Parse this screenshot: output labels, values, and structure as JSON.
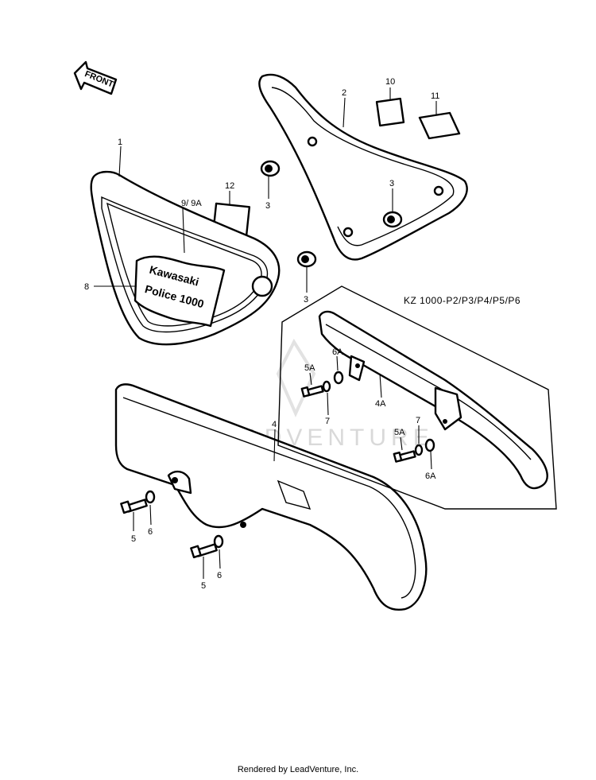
{
  "front_arrow": {
    "label": "FRONT"
  },
  "callouts": {
    "p1": "1",
    "p2": "2",
    "p3a": "3",
    "p3b": "3",
    "p3c": "3",
    "p4": "4",
    "p4a": "4A",
    "p5a": "5",
    "p5b": "5",
    "p5a_kit": "5A",
    "p5a_kit2": "5A",
    "p6a": "6",
    "p6b": "6",
    "p6a_kit": "6A",
    "p6a_kit2": "6A",
    "p7a": "7",
    "p7b": "7",
    "p8": "8",
    "p9": "9/ 9A",
    "p10": "10",
    "p11": "11",
    "p12": "12"
  },
  "emblem": {
    "line1": "Kawasaki",
    "line2": "Police 1000"
  },
  "inset": {
    "model_label": "KZ 1000-P2/P3/P4/P5/P6"
  },
  "watermark": "LEADVENTURE",
  "footer": {
    "text": "Rendered by LeadVenture, Inc."
  }
}
